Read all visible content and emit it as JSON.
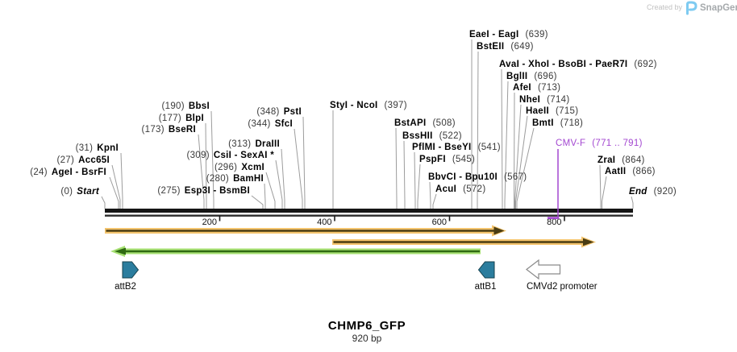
{
  "watermark": {
    "created_by": "Created by",
    "brand": "SnapGene"
  },
  "title": {
    "name": "CHMP6_GFP",
    "length": "920 bp"
  },
  "ruler": {
    "ticks": [
      "200",
      "400",
      "600",
      "800"
    ]
  },
  "sites": [
    {
      "pos": "(0)",
      "name": "Start"
    },
    {
      "pos": "(24)",
      "name": "AgeI - BsrFI"
    },
    {
      "pos": "(27)",
      "name": "Acc65I"
    },
    {
      "pos": "(31)",
      "name": "KpnI"
    },
    {
      "pos": "(173)",
      "name": "BseRI"
    },
    {
      "pos": "(177)",
      "name": "BlpI"
    },
    {
      "pos": "(190)",
      "name": "BbsI"
    },
    {
      "pos": "(275)",
      "name": "Esp3I - BsmBI"
    },
    {
      "pos": "(280)",
      "name": "BamHI"
    },
    {
      "pos": "(296)",
      "name": "XcmI"
    },
    {
      "pos": "(309)",
      "name": "CsiI - SexAI *"
    },
    {
      "pos": "(313)",
      "name": "DraIII"
    },
    {
      "pos": "(344)",
      "name": "SfcI"
    },
    {
      "pos": "(348)",
      "name": "PstI"
    },
    {
      "name": "StyI - NcoI",
      "pos": "(397)"
    },
    {
      "name": "BstAPI",
      "pos": "(508)"
    },
    {
      "name": "BssHII",
      "pos": "(522)"
    },
    {
      "name": "PflMI - BseYI",
      "pos": "(541)"
    },
    {
      "name": "PspFI",
      "pos": "(545)"
    },
    {
      "name": "BbvCI - Bpu10I",
      "pos": "(567)"
    },
    {
      "name": "AcuI",
      "pos": "(572)"
    },
    {
      "name": "EaeI - EagI",
      "pos": "(639)"
    },
    {
      "name": "BstEII",
      "pos": "(649)"
    },
    {
      "name": "AvaI - XhoI - BsoBI - PaeR7I",
      "pos": "(692)"
    },
    {
      "name": "BglII",
      "pos": "(696)"
    },
    {
      "name": "AfeI",
      "pos": "(713)"
    },
    {
      "name": "NheI",
      "pos": "(714)"
    },
    {
      "name": "HaeII",
      "pos": "(715)"
    },
    {
      "name": "BmtI",
      "pos": "(718)"
    },
    {
      "name": "ZraI",
      "pos": "(864)"
    },
    {
      "name": "AatII",
      "pos": "(866)"
    },
    {
      "name": "End",
      "pos": "(920)"
    }
  ],
  "primer": {
    "name": "CMV-F",
    "range": "(771 .. 791)",
    "color": "#A347D1"
  },
  "features": {
    "attB2": {
      "label": "attB2",
      "color": "#2B7D9E"
    },
    "attB1": {
      "label": "attB1",
      "color": "#2B7D9E"
    },
    "cmvd2": {
      "label": "CMVd2 promoter",
      "color": "#FFFFFF"
    }
  },
  "colors": {
    "map_bar": "#151515",
    "orange_arrow": "#F4C46D",
    "orange_core": "#4A3C12",
    "green_arrow": "#A6E072",
    "green_core": "#2F6A12",
    "teal_feature": "#2B7D9E",
    "primer_purple": "#A347D1"
  }
}
